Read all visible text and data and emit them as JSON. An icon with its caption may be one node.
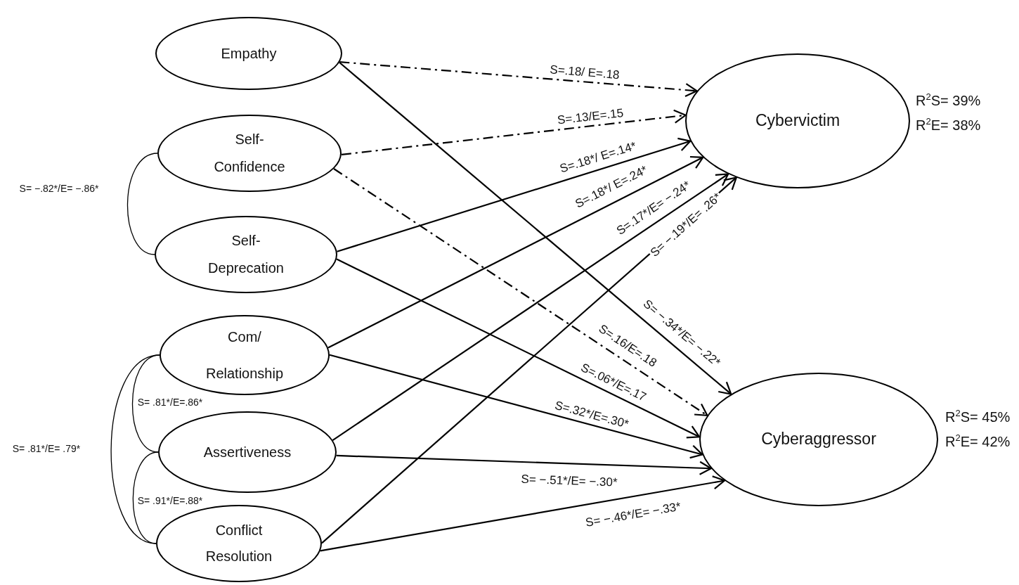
{
  "diagram": {
    "nodes": [
      {
        "text": [
          "Empathy"
        ]
      },
      {
        "text": [
          "Self- Confidence"
        ]
      },
      {
        "text": [
          "Self- Deprecation"
        ]
      },
      {
        "text": [
          "Com/ Relationship"
        ]
      },
      {
        "text": [
          "Assertiveness"
        ]
      },
      {
        "text": [
          "Conflict Resolution"
        ]
      },
      {
        "text": [
          "Cybervictim"
        ],
        "beside": [
          "R$^{2}$S= 39%",
          "R$^{2}$E= 38%"
        ]
      },
      {
        "text": [
          "Cyberaggressor"
        ],
        "beside": [
          "R$^{2}$S= 45%",
          "R$^{2}$E= 42%"
        ]
      }
    ],
    "edges": [
      {
        "from": 0,
        "to": 6,
        "arrow": "to",
        "label": "S=.18/ E=.18",
        "style": "dashed"
      },
      {
        "from": 1,
        "to": 6,
        "arrow": "to",
        "label": "S=.13/E=.15",
        "style": "dashed"
      },
      {
        "from": 2,
        "to": 6,
        "arrow": "to",
        "label": "S=.18*/ E=.14*"
      },
      {
        "from": 3,
        "to": 6,
        "arrow": "to",
        "label": "S=.18*/ E=.24*"
      },
      {
        "from": 4,
        "to": 6,
        "arrow": "to",
        "label": "S=.17*/E= −.24*"
      },
      {
        "from": 5,
        "to": 6,
        "arrow": "to",
        "label": "S= −.19*/E= .26*"
      },
      {
        "from": 0,
        "to": 7,
        "arrow": "to",
        "label": "S= −.34*/E= −.22*"
      },
      {
        "from": 1,
        "to": 7,
        "arrow": "to",
        "label": "S=.16/E=.18",
        "style": "dashed"
      },
      {
        "from": 2,
        "to": 7,
        "arrow": "to",
        "label": "S=.06*/E=.17"
      },
      {
        "from": 3,
        "to": 7,
        "arrow": "to",
        "label": "S=.32*/E=.30*"
      },
      {
        "from": 4,
        "to": 7,
        "arrow": "to",
        "label": "S= −.51*/E= −.30*"
      },
      {
        "from": 5,
        "to": 7,
        "arrow": "to",
        "label": "S= −.46*/E= −.33*"
      },
      {
        "from": 1,
        "to": 2,
        "arrow": "none",
        "label": "S= −.82*/E= −.86*"
      },
      {
        "from": 3,
        "to": 4,
        "arrow": "none",
        "label": "S= .81*/E=.86*"
      },
      {
        "from": 4,
        "to": 5,
        "arrow": "none",
        "label": "S= .91*/E=.88*"
      },
      {
        "from": 3,
        "to": 5,
        "arrow": "none",
        "label": "S= .81*/E= .79*"
      }
    ]
  }
}
